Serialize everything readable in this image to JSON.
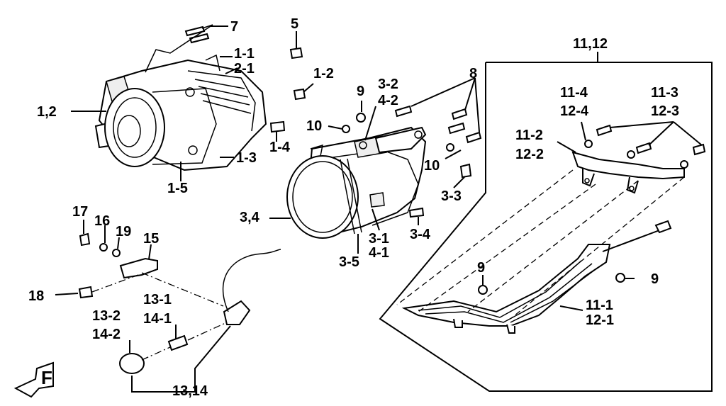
{
  "labels": {
    "p7": "7",
    "p5": "5",
    "p1_1": "1-1",
    "p2_1": "2-1",
    "p1_2": "1-2",
    "p1_2set": "1,2",
    "p9_top": "9",
    "p3_2": "3-2",
    "p4_2": "4-2",
    "p8": "8",
    "p10a": "10",
    "p10b": "10",
    "p1_4": "1-4",
    "p1_3": "1-3",
    "p1_5": "1-5",
    "p3_3": "3-3",
    "p3_4set": "3,4",
    "p3_4": "3-4",
    "p3_1": "3-1",
    "p4_1": "4-1",
    "p3_5": "3-5",
    "p11_12": "11,12",
    "p11_4": "11-4",
    "p12_4": "12-4",
    "p11_3": "11-3",
    "p12_3": "12-3",
    "p11_2": "11-2",
    "p12_2": "12-2",
    "p9_mid": "9",
    "p9_right": "9",
    "p11_1": "11-1",
    "p12_1": "12-1",
    "p17": "17",
    "p16": "16",
    "p19": "19",
    "p15": "15",
    "p18": "18",
    "p13_1": "13-1",
    "p14_1": "14-1",
    "p13_2": "13-2",
    "p14_2": "14-2",
    "p13_14": "13,14"
  },
  "icons": {
    "front_indicator": "front-arrow-icon",
    "front_letter": "F"
  }
}
